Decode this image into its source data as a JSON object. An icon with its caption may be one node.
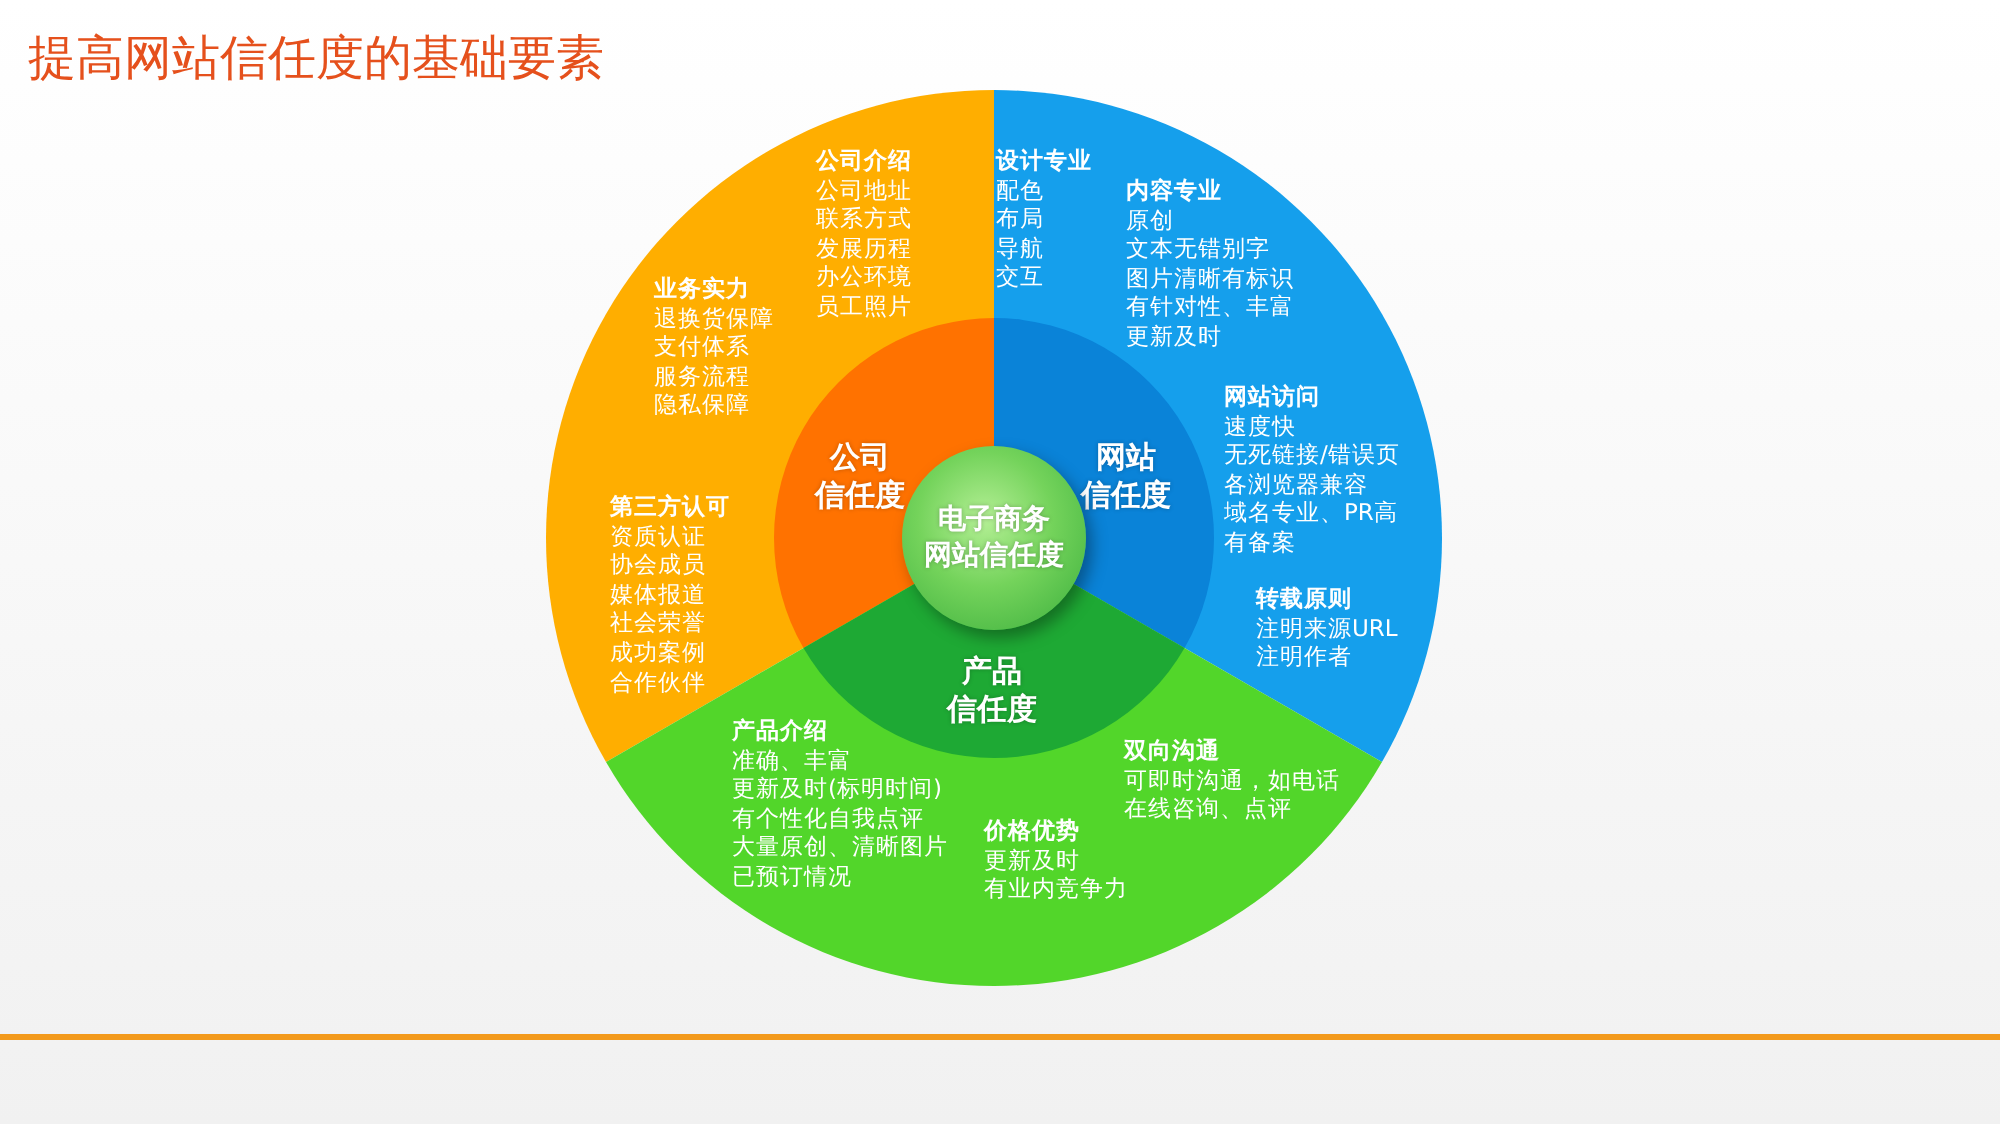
{
  "diagram": {
    "title": "提高网站信任度的基础要素",
    "nodes": [
      {
        "text": [
          "电子商务网站信任度"
        ]
      },
      {
        "text": [],
        "shape": "band"
      },
      {
        "text": [
          "公司信任度"
        ],
        "in": 1
      },
      {
        "text": [
          "公司介绍",
          "公司地址",
          "联系方式",
          "发展历程",
          "办公环境",
          "员工照片"
        ],
        "in": 1
      },
      {
        "text": [
          "业务实力",
          "退换货保障",
          "支付体系",
          "服务流程",
          "隐私保障"
        ],
        "in": 1
      },
      {
        "text": [
          "第三方认可",
          "资质认证",
          "协会成员",
          "媒体报道",
          "社会荣誉",
          "成功案例",
          "合作伙伴"
        ],
        "in": 1
      },
      {
        "text": [],
        "shape": "band"
      },
      {
        "text": [
          "网站信任度"
        ],
        "in": 6
      },
      {
        "text": [
          "设计专业",
          "配色",
          "布局",
          "导航",
          "交互"
        ],
        "in": 6
      },
      {
        "text": [
          "内容专业",
          "原创",
          "文本无错别字",
          "图片清晰有标识",
          "有针对性、丰富",
          "更新及时"
        ],
        "in": 6
      },
      {
        "text": [
          "网站访问",
          "速度快",
          "无死链接/错误页",
          "各浏览器兼容",
          "域名专业、PR高",
          "有备案"
        ],
        "in": 6
      },
      {
        "text": [
          "转载原则",
          "注明来源URL",
          "注明作者"
        ],
        "in": 6
      },
      {
        "text": [],
        "shape": "band"
      },
      {
        "text": [
          "产品信任度"
        ],
        "in": 12
      },
      {
        "text": [
          "产品介绍",
          "准确、丰富",
          "更新及时(标明时间)",
          "有个性化自我点评",
          "大量原创、清晰图片",
          "已预订情况"
        ],
        "in": 12
      },
      {
        "text": [
          "价格优势",
          "更新及时",
          "有业内竞争力"
        ],
        "in": 12
      },
      {
        "text": [
          "双向沟通",
          "可即时沟通，如电话",
          "在线咨询、点评"
        ],
        "in": 12
      }
    ]
  }
}
